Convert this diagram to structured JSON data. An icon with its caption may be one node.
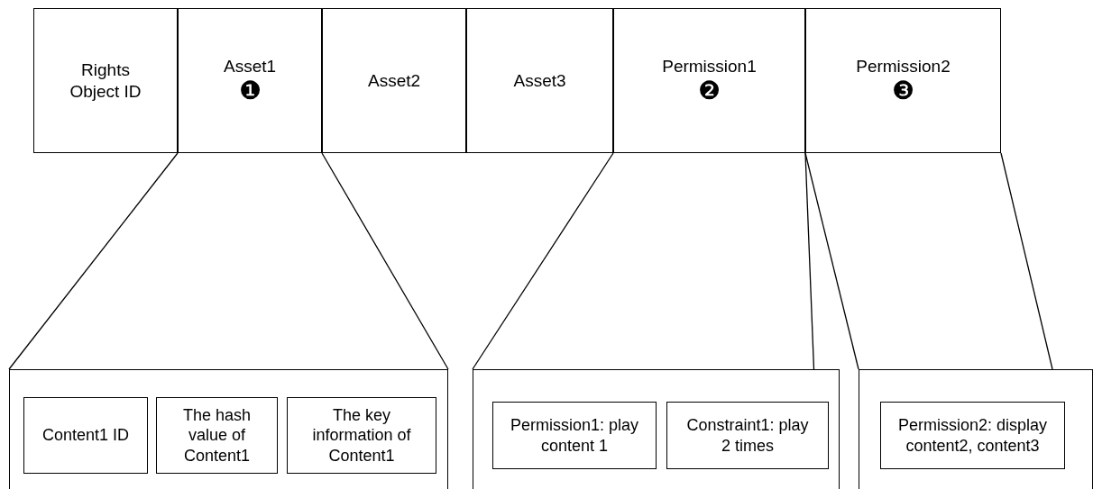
{
  "diagram": {
    "nodes": [
      {
        "text": [
          "Rights Object ID"
        ]
      },
      {
        "text": [
          "Asset1",
          "❶"
        ]
      },
      {
        "text": [
          "Asset2"
        ]
      },
      {
        "text": [
          "Asset3"
        ]
      },
      {
        "text": [
          "Permission1",
          "❷"
        ]
      },
      {
        "text": [
          "Permission2",
          "❸"
        ]
      },
      {
        "text": [],
        "shape": "box"
      },
      {
        "text": [
          "Content1 ID"
        ],
        "in": 6
      },
      {
        "text": [
          "The hash value of Content1"
        ],
        "in": 6
      },
      {
        "text": [
          "The key information of Content1"
        ],
        "in": 6
      },
      {
        "text": [],
        "shape": "box"
      },
      {
        "text": [
          "Permission1: play content 1"
        ],
        "in": 10
      },
      {
        "text": [
          "Constraint1: play 2 times"
        ],
        "in": 10
      },
      {
        "text": [],
        "shape": "box"
      },
      {
        "text": [
          "Permission2: display content2, content3"
        ],
        "in": 13
      }
    ],
    "edges": [
      {
        "from": 1,
        "to": 6,
        "arrow": "none"
      },
      {
        "from": 1,
        "to": 6,
        "arrow": "none"
      },
      {
        "from": 4,
        "to": 10,
        "arrow": "none"
      },
      {
        "from": 4,
        "to": 10,
        "arrow": "none"
      },
      {
        "from": 5,
        "to": 13,
        "arrow": "none"
      },
      {
        "from": 5,
        "to": 13,
        "arrow": "none"
      }
    ]
  }
}
